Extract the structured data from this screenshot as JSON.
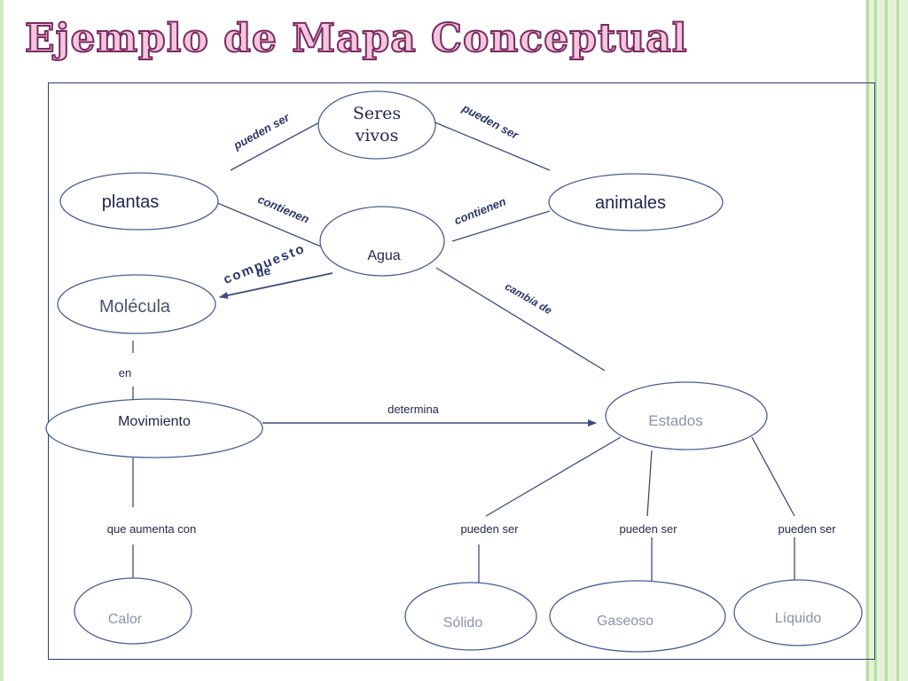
{
  "slide": {
    "title": "Ejemplo de Mapa Conceptual"
  },
  "colors": {
    "title_fill": "#f3c6de",
    "title_outline": "#7a2a62",
    "node_border": "#4a5f8f",
    "line": "#3b4d7a",
    "text_dark": "#22284a",
    "text_muted": "#8a93a8",
    "side_border": "#b9dca0"
  },
  "nodes": {
    "seres_vivos": {
      "line1": "Seres",
      "line2": "vivos"
    },
    "plantas": "plantas",
    "animales": "animales",
    "agua": "Agua",
    "molecula": "Molécula",
    "movimiento": "Movimiento",
    "estados": "Estados",
    "calor": "Calor",
    "solido": "Sólido",
    "gaseoso": "Gaseoso",
    "liquido": "Líquido"
  },
  "links": {
    "pueden_ser_left": "pueden ser",
    "pueden_ser_right": "pueden ser",
    "contienen_left": "contienen",
    "contienen_right": "contienen",
    "compuesto": "compuesto",
    "de": "de",
    "cambia_de": "cambia de",
    "en": "en",
    "determina": "determina",
    "que_aumenta_con": "que aumenta con",
    "pueden_ser_solido": "pueden ser",
    "pueden_ser_gaseoso": "pueden ser",
    "pueden_ser_liquido": "pueden ser"
  }
}
